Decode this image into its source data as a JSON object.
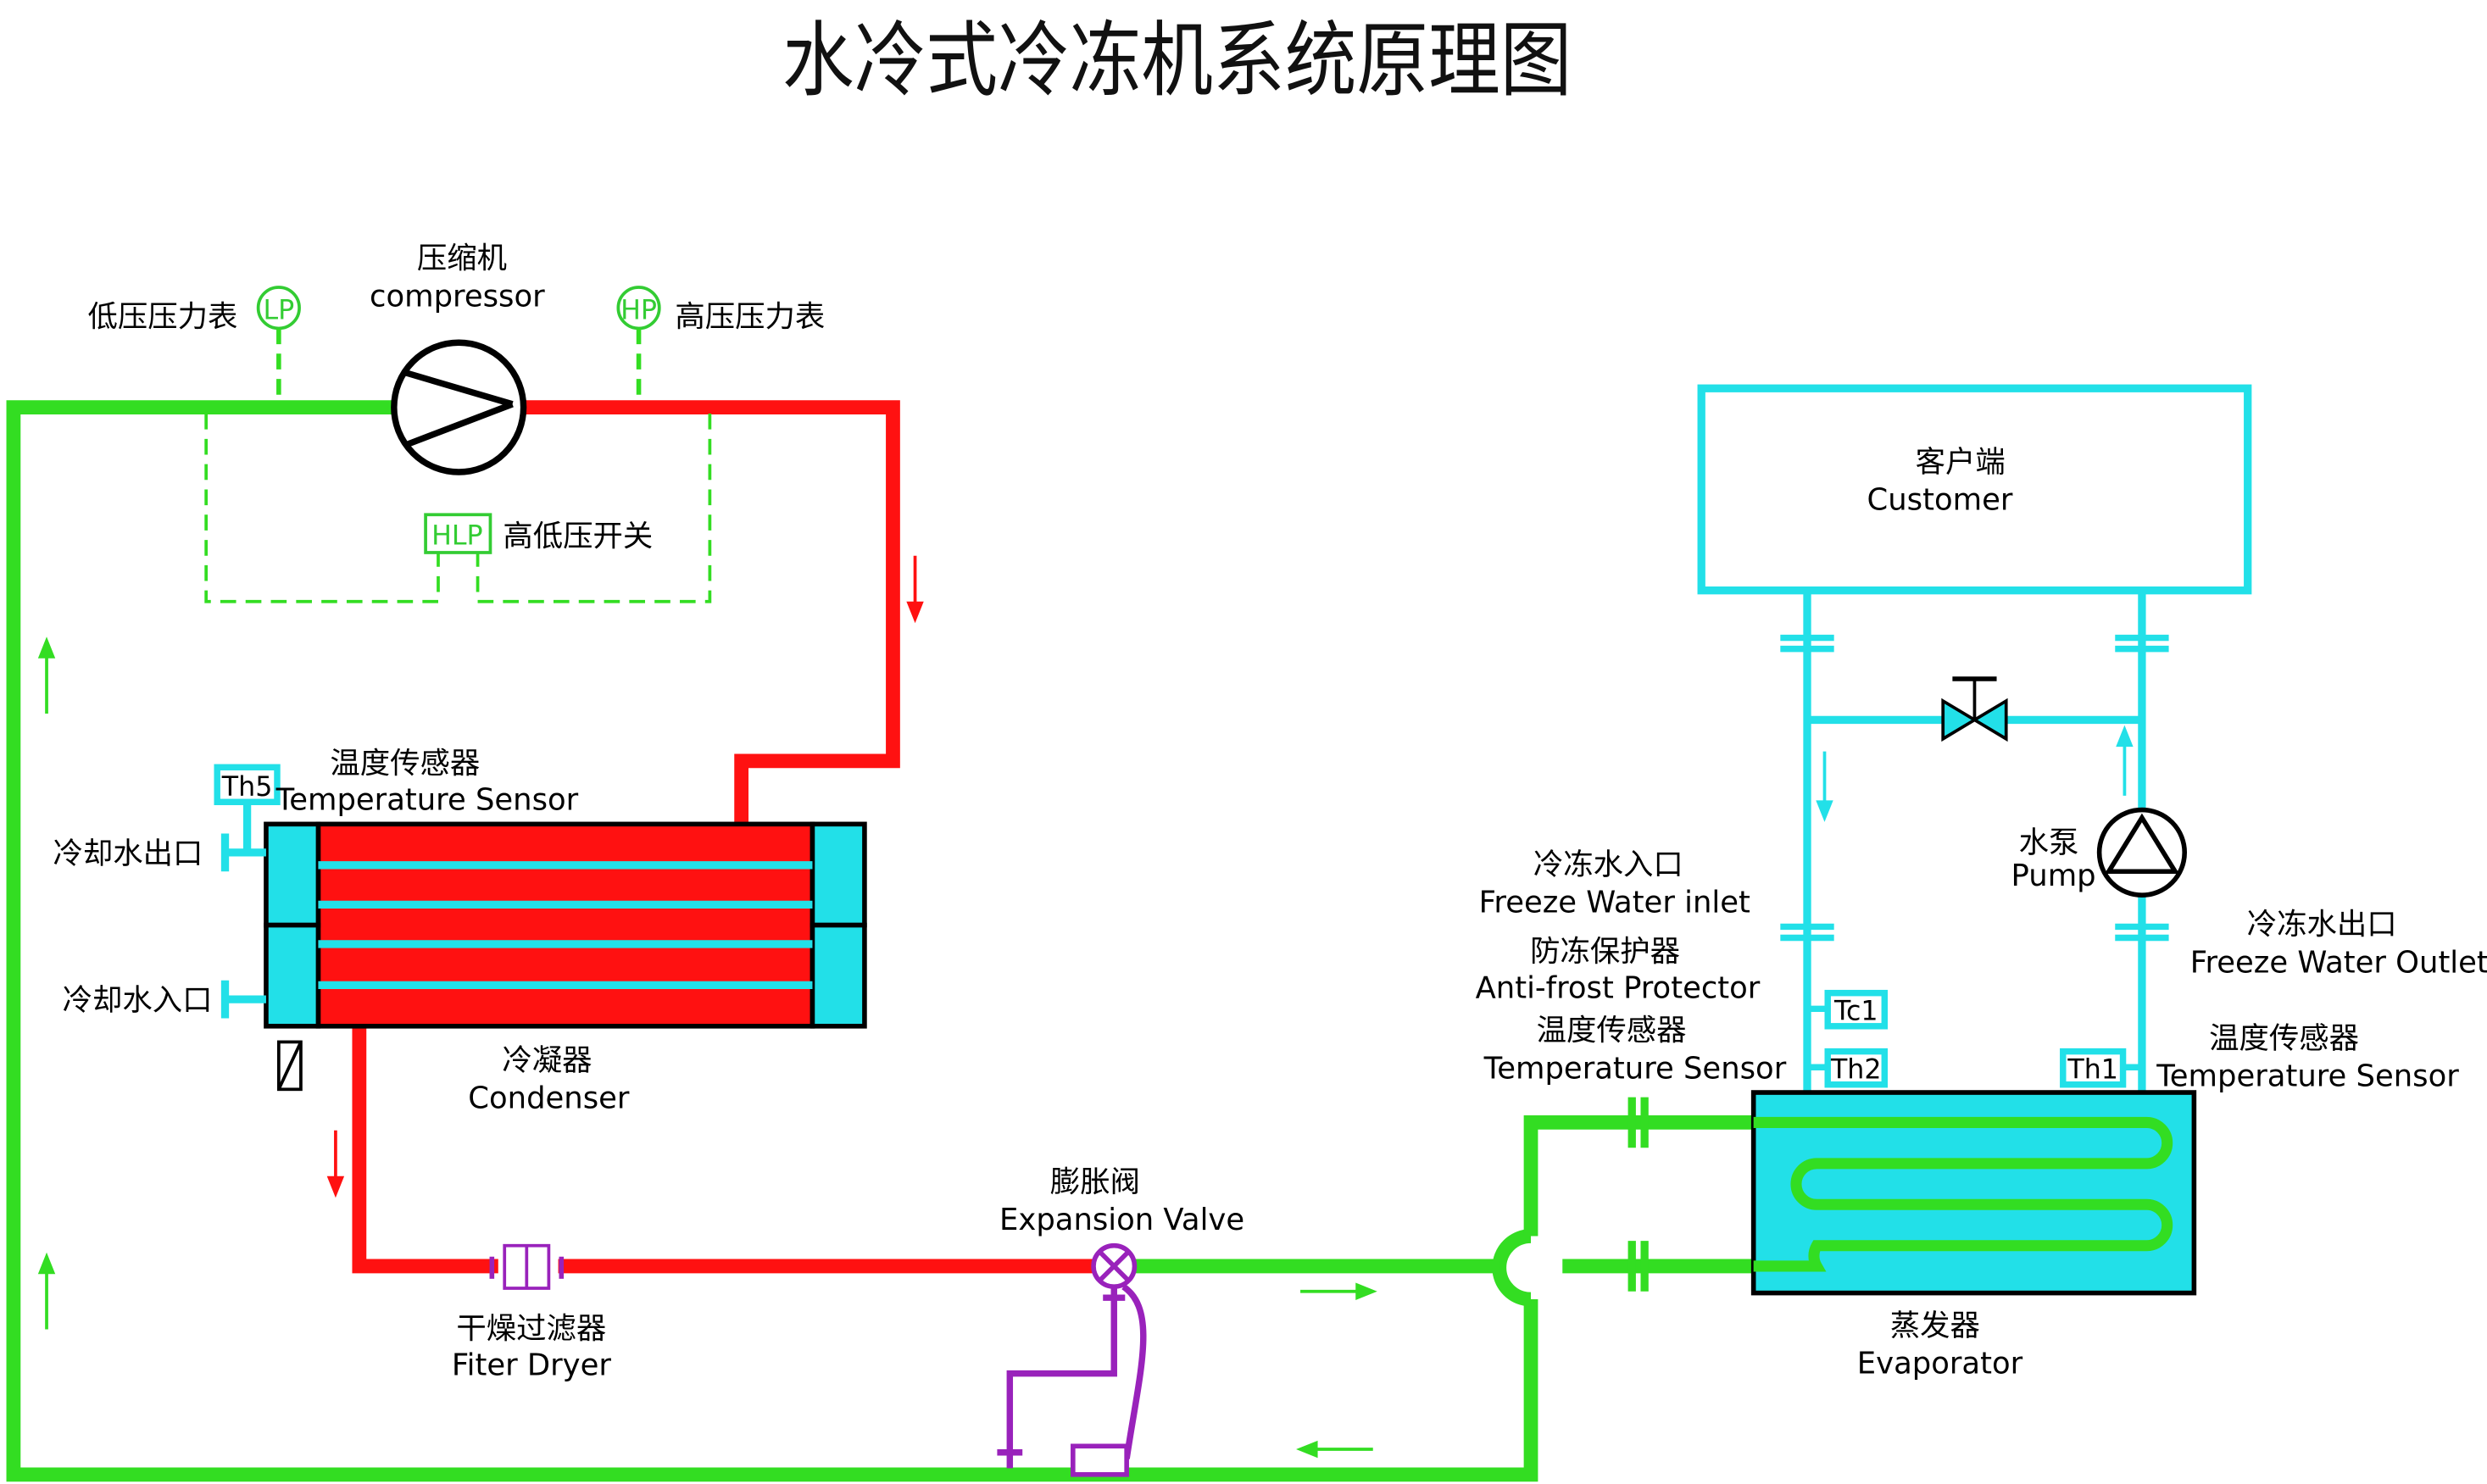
{
  "title": "水冷式冷冻机系统原理图",
  "colors": {
    "low_side_green": "#33dd22",
    "high_side_red": "#ff1111",
    "water_cyan": "#22e0e8",
    "expansion_purple": "#9922bb"
  },
  "labels": {
    "compressor_cn": "压缩机",
    "compressor_en": "compressor",
    "lp_gauge_cn": "低压压力表",
    "hp_gauge_cn": "高压压力表",
    "hlp_switch_cn": "高低压开关",
    "th5_sensor_cn": "温度传感器",
    "th5_sensor_en": "Temperature Sensor",
    "cooling_water_outlet_cn": "冷却水出口",
    "cooling_water_inlet_cn": "冷却水入口",
    "condenser_cn": "冷凝器",
    "condenser_en": "Condenser",
    "filter_dryer_cn": "干燥过滤器",
    "filter_dryer_en": "Fiter Dryer",
    "expansion_valve_cn": "膨胀阀",
    "expansion_valve_en": "Expansion Valve",
    "customer_cn": "客户端",
    "customer_en": "Customer",
    "pump_cn": "水泵",
    "pump_en": "Pump",
    "freeze_inlet_cn": "冷冻水入口",
    "freeze_inlet_en": "Freeze Water inlet",
    "antifrost_cn": "防冻保护器",
    "antifrost_en": "Anti-frost Protector",
    "evap_sensor_left_cn": "温度传感器",
    "evap_sensor_left_en": "Temperature Sensor",
    "freeze_outlet_cn": "冷冻水出口",
    "freeze_outlet_en": "Freeze Water Outlet",
    "evap_sensor_right_cn": "温度传感器",
    "evap_sensor_right_en": "Temperature Sensor",
    "evaporator_cn": "蒸发器",
    "evaporator_en": "Evaporator"
  },
  "tags": {
    "lp": "LP",
    "hp": "HP",
    "hlp": "HLP",
    "th5": "Th5",
    "tc1": "Tc1",
    "th2": "Th2",
    "th1": "Th1"
  }
}
